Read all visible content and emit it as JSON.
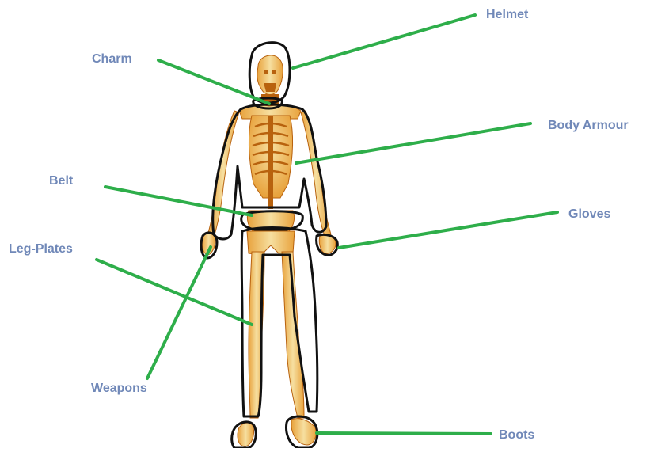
{
  "colors": {
    "label_text": "#7088b8",
    "leader_line": "#2eae4a",
    "outline": "#111111",
    "bone_light": "#f6dfa0",
    "bone_mid": "#e8a23c",
    "bone_dark": "#b8620e"
  },
  "figure": {
    "icon": "skeleton-figure"
  },
  "labels": {
    "helmet": "Helmet",
    "charm": "Charm",
    "body_armour": "Body Armour",
    "belt": "Belt",
    "gloves": "Gloves",
    "leg_plates": "Leg-Plates",
    "weapons": "Weapons",
    "boots": "Boots"
  }
}
